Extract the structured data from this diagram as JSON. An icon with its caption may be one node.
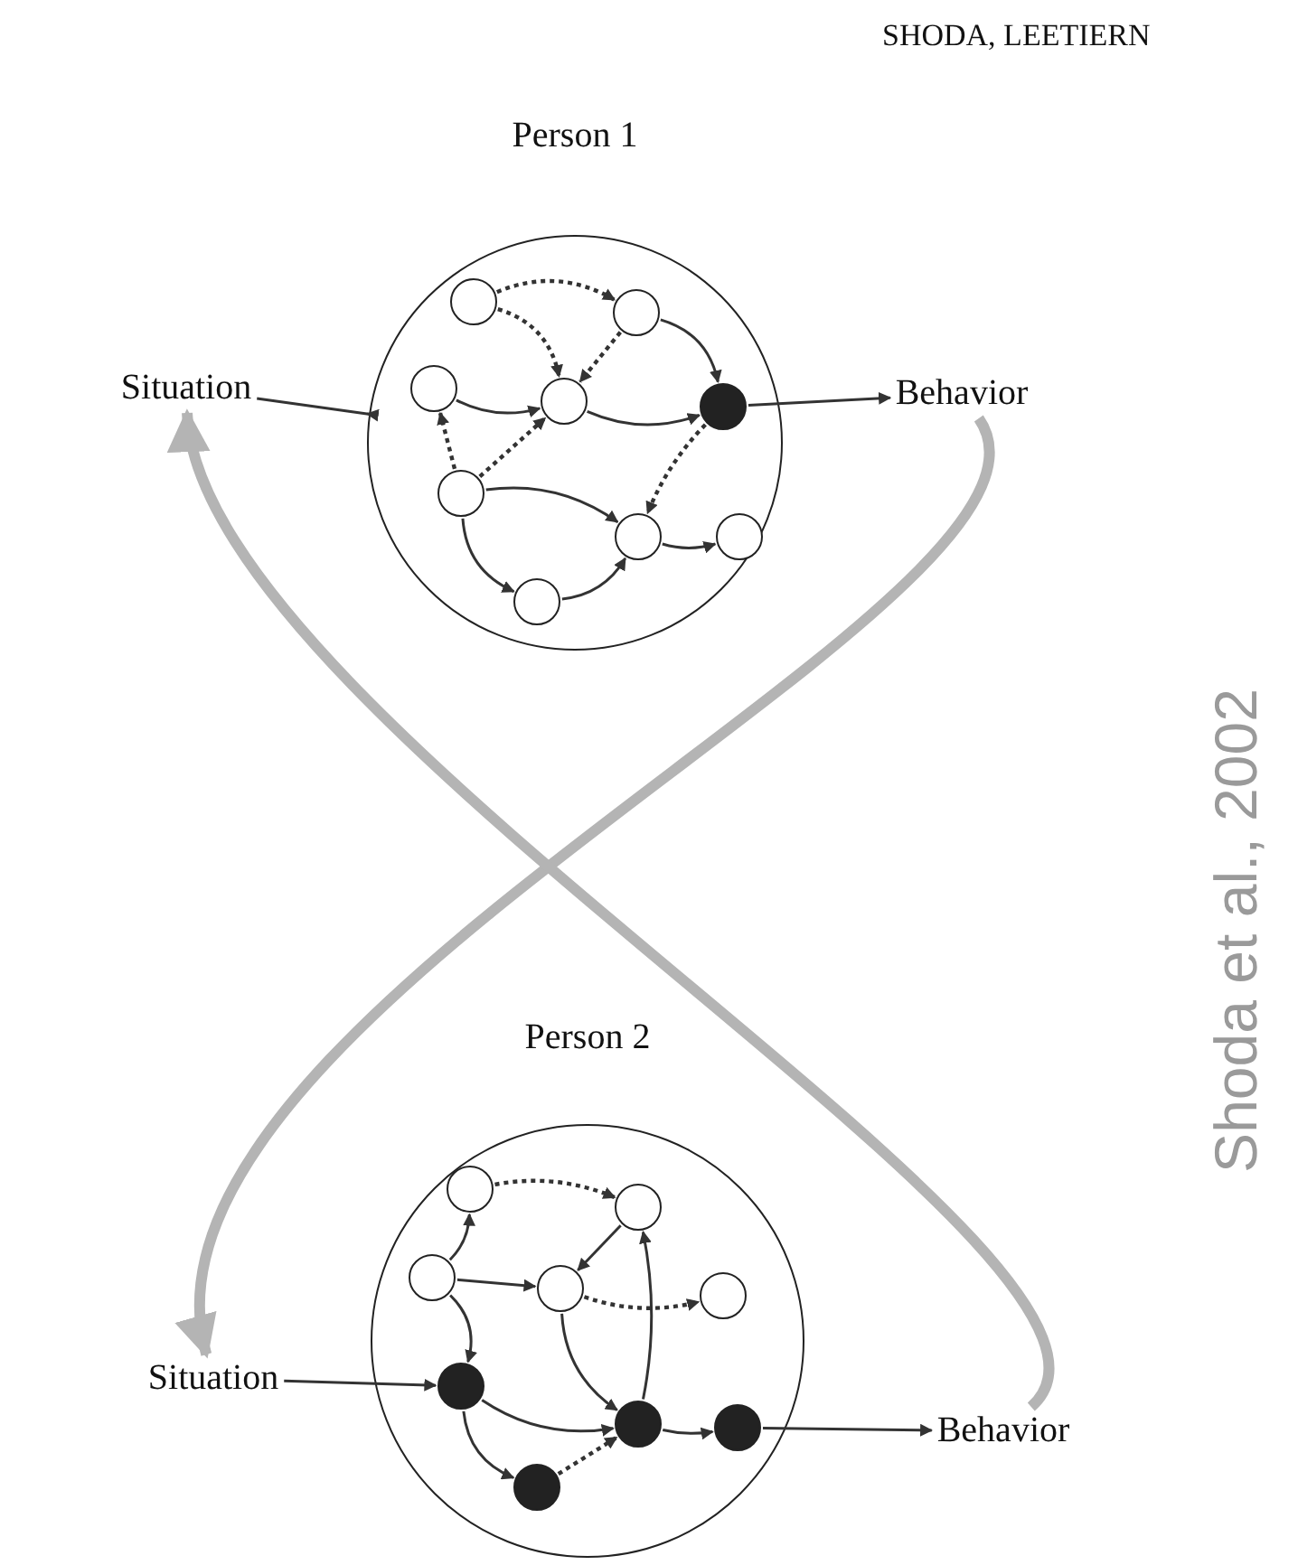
{
  "diagram": {
    "nodes": [
      {
        "text": [
          "Person 1"
        ]
      },
      {
        "text": [],
        "shape": "circle",
        "in": 0
      },
      {
        "text": [],
        "shape": "circle",
        "in": 0
      },
      {
        "text": [],
        "shape": "circle",
        "in": 0
      },
      {
        "text": [],
        "shape": "circle",
        "in": 0
      },
      {
        "text": [],
        "shape": "circle",
        "in": 0
      },
      {
        "text": [],
        "shape": "circle",
        "in": 0
      },
      {
        "text": [],
        "shape": "circle",
        "in": 0
      },
      {
        "text": [],
        "shape": "circle",
        "in": 0
      },
      {
        "text": [],
        "shape": "circle",
        "in": 0
      },
      {
        "text": [
          "Situation"
        ]
      },
      {
        "text": [
          "Behavior"
        ]
      },
      {
        "text": [
          "Person 2"
        ]
      },
      {
        "text": [],
        "shape": "circle",
        "in": 12
      },
      {
        "text": [],
        "shape": "circle",
        "in": 12
      },
      {
        "text": [],
        "shape": "circle",
        "in": 12
      },
      {
        "text": [],
        "shape": "circle",
        "in": 12
      },
      {
        "text": [],
        "shape": "circle",
        "in": 12
      },
      {
        "text": [],
        "shape": "circle",
        "in": 12
      },
      {
        "text": [],
        "shape": "circle",
        "in": 12
      },
      {
        "text": [],
        "shape": "circle",
        "in": 12
      },
      {
        "text": [],
        "shape": "circle",
        "in": 12
      },
      {
        "text": [
          "Situation"
        ]
      },
      {
        "text": [
          "Behavior"
        ]
      }
    ],
    "edges": [
      {
        "from": 10,
        "to": 0,
        "arrow": "to"
      },
      {
        "from": 1,
        "to": 2,
        "arrow": "to",
        "style": "dashed"
      },
      {
        "from": 1,
        "to": 4,
        "arrow": "to",
        "style": "dashed"
      },
      {
        "from": 2,
        "to": 5,
        "arrow": "to"
      },
      {
        "from": 2,
        "to": 4,
        "arrow": "to",
        "style": "dashed"
      },
      {
        "from": 3,
        "to": 4,
        "arrow": "to"
      },
      {
        "from": 4,
        "to": 5,
        "arrow": "to"
      },
      {
        "from": 6,
        "to": 3,
        "arrow": "to",
        "style": "dashed"
      },
      {
        "from": 6,
        "to": 4,
        "arrow": "to",
        "style": "dashed"
      },
      {
        "from": 6,
        "to": 7,
        "arrow": "to"
      },
      {
        "from": 6,
        "to": 9,
        "arrow": "to"
      },
      {
        "from": 9,
        "to": 7,
        "arrow": "to"
      },
      {
        "from": 5,
        "to": 7,
        "arrow": "to",
        "style": "dashed"
      },
      {
        "from": 7,
        "to": 8,
        "arrow": "to"
      },
      {
        "from": 5,
        "to": 11,
        "arrow": "to"
      },
      {
        "from": 22,
        "to": 18,
        "arrow": "to"
      },
      {
        "from": 13,
        "to": 14,
        "arrow": "to",
        "style": "dashed"
      },
      {
        "from": 15,
        "to": 13,
        "arrow": "to"
      },
      {
        "from": 15,
        "to": 16,
        "arrow": "to"
      },
      {
        "from": 15,
        "to": 18,
        "arrow": "to"
      },
      {
        "from": 14,
        "to": 16,
        "arrow": "to"
      },
      {
        "from": 19,
        "to": 14,
        "arrow": "to"
      },
      {
        "from": 16,
        "to": 17,
        "arrow": "to",
        "style": "dashed"
      },
      {
        "from": 16,
        "to": 19,
        "arrow": "to"
      },
      {
        "from": 18,
        "to": 19,
        "arrow": "to"
      },
      {
        "from": 18,
        "to": 21,
        "arrow": "to"
      },
      {
        "from": 21,
        "to": 19,
        "arrow": "to",
        "style": "dashed"
      },
      {
        "from": 19,
        "to": 20,
        "arrow": "to"
      },
      {
        "from": 20,
        "to": 23,
        "arrow": "to"
      },
      {
        "from": 11,
        "to": 22,
        "arrow": "to",
        "style": "thick",
        "color": "#b4b4b4"
      },
      {
        "from": 23,
        "to": 10,
        "arrow": "to",
        "style": "thick",
        "color": "#b4b4b4"
      }
    ],
    "labels": [
      "SHODA, LEETIERN",
      "Shoda et al., 2002"
    ]
  }
}
